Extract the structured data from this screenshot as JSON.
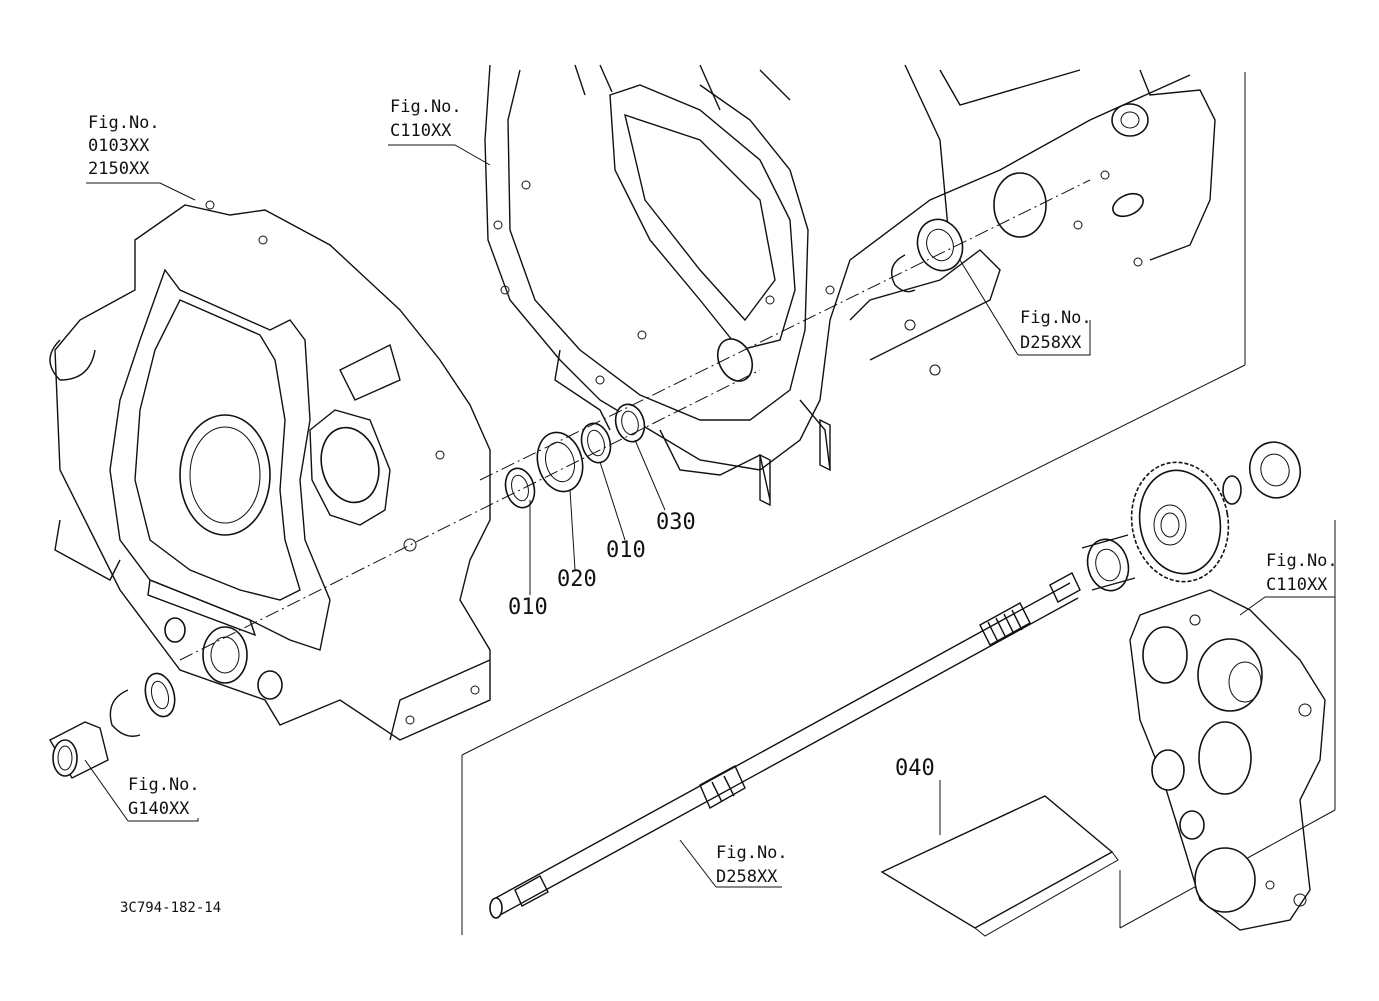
{
  "labels": {
    "fig_0103": {
      "title": "Fig.No.",
      "line1": "0103XX",
      "line2": "2150XX"
    },
    "fig_c110_top": {
      "title": "Fig.No.",
      "code": "C110XX"
    },
    "fig_d258_top": {
      "title": "Fig.No.",
      "code": "D258XX"
    },
    "fig_c110_right": {
      "title": "Fig.No.",
      "code": "C110XX"
    },
    "fig_g140": {
      "title": "Fig.No.",
      "code": "G140XX"
    },
    "fig_d258_bottom": {
      "title": "Fig.No.",
      "code": "D258XX"
    }
  },
  "parts": {
    "p010_a": "010",
    "p020": "020",
    "p010_b": "010",
    "p030": "030",
    "p040": "040"
  },
  "drawing_id": "3C794-182-14"
}
